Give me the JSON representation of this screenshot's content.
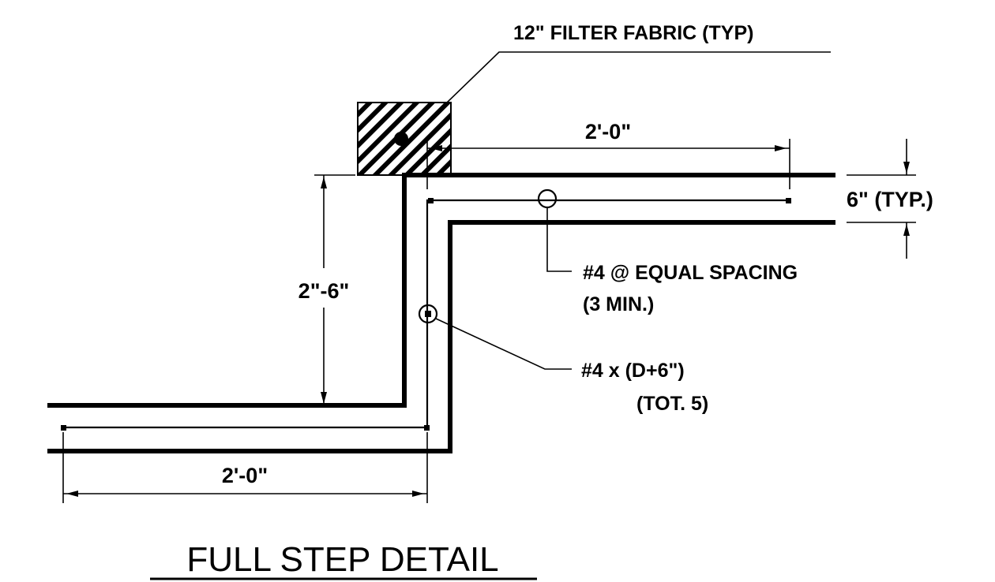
{
  "diagram": {
    "title": "FULL STEP DETAIL",
    "labels": {
      "filter_fabric": "12\" FILTER FABRIC (TYP)",
      "top_width": "2'-0\"",
      "thickness": "6\" (TYP.)",
      "rebar_spacing_line1": "#4 @ EQUAL SPACING",
      "rebar_spacing_line2": "(3 MIN.)",
      "riser_height": "2\"-6\"",
      "rebar_length_line1": "#4 x (D+6\")",
      "rebar_length_line2": "(TOT. 5)",
      "bottom_width": "2'-0\""
    }
  }
}
